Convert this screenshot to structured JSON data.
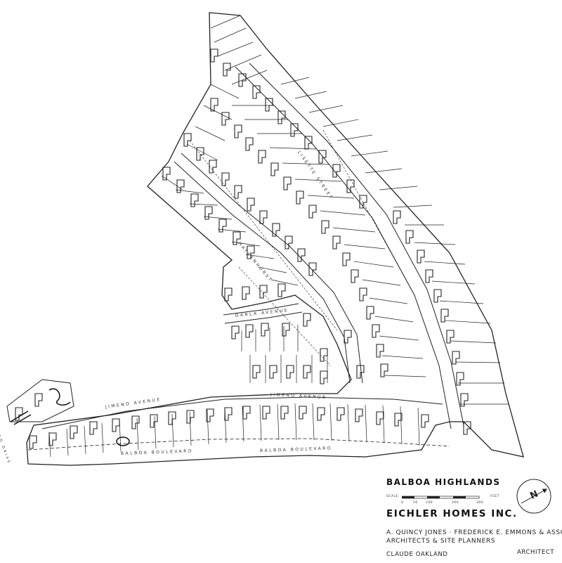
{
  "title": "BALBOA HIGHLANDS",
  "developer": "EICHLER HOMES INC.",
  "architects_line1": "A. QUINCY JONES · FREDERICK E. EMMONS & ASSOC.",
  "architects_line2": "ARCHITECTS & SITE PLANNERS",
  "architect_name": "CLAUDE OAKLAND",
  "architect_role": "ARCHITECT",
  "scale": {
    "caption": "SCALE",
    "unit": "FEET",
    "ticks": [
      "0",
      "50",
      "100",
      "200",
      "300"
    ]
  },
  "north_arrow": "N",
  "streets": {
    "lisette_street": "LISETTE STREET",
    "hayvenhurst": "HAYVENHURST",
    "darla_avenue": "DARLA AVENUE",
    "jimeno_avenue_east": "JIMENO AVENUE",
    "jimeno_avenue_west": "JIMENO AVENUE",
    "balboa_boulevard_west": "BALBOA BOULEVARD",
    "balboa_boulevard_east": "BALBOA BOULEVARD",
    "bend_drive": "BEND DRIVE"
  },
  "colors": {
    "ink": "#222222",
    "paper": "#ffffff"
  }
}
